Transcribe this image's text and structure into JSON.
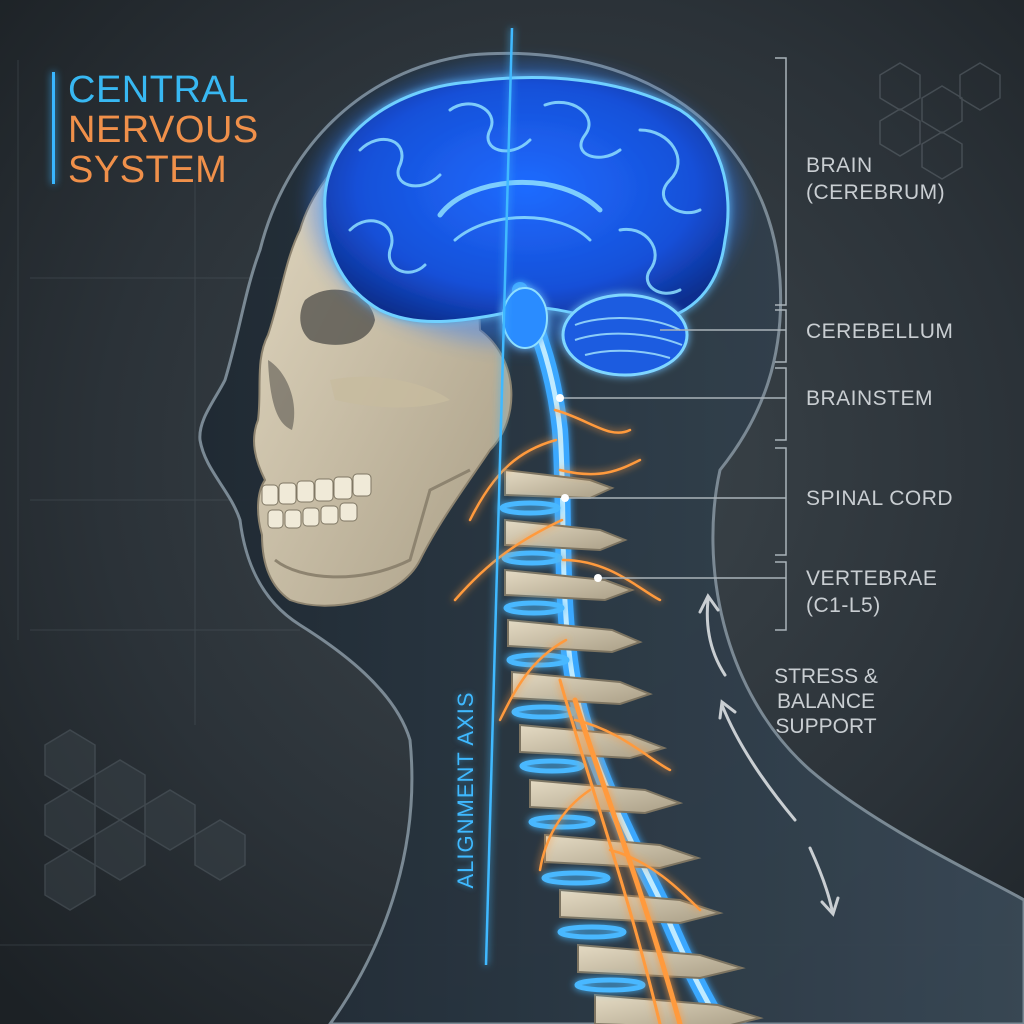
{
  "title": {
    "line1": "CENTRAL",
    "line2": "NERVOUS",
    "line3": "SYSTEM"
  },
  "labels": {
    "brain": [
      "BRAIN",
      "(CEREBRUM)"
    ],
    "cerebellum": "CEREBELLUM",
    "brainstem": "BRAINSTEM",
    "spinal_cord": "SPINAL CORD",
    "vertebrae": [
      "VERTEBRAE",
      "(C1-L5)"
    ],
    "support": [
      "STRESS &",
      "BALANCE",
      "SUPPORT"
    ]
  },
  "axis_label": "ALIGNMENT AXIS",
  "colors": {
    "background": "#2a3136",
    "title_blue": "#38b8f2",
    "title_orange": "#f0904a",
    "nerve_blue": "#3aa8ff",
    "nerve_orange": "#ff9a3c",
    "bone": "#d9cdb2",
    "label_gray": "#c9ced2"
  },
  "icons": {
    "support_arrows": "curved-double-arrow-icon"
  }
}
